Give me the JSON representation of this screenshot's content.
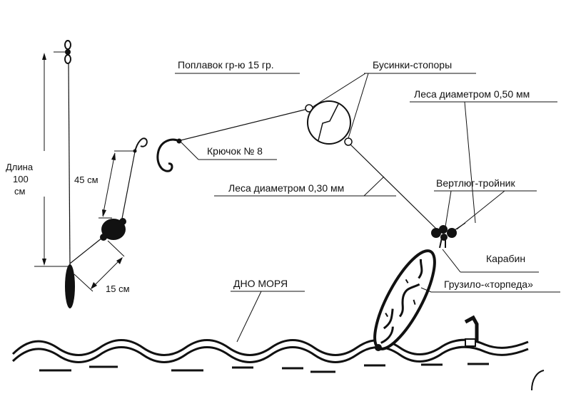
{
  "labels": {
    "float": "Поплавок гр-ю 15 гр.",
    "beads": "Бусинки-стопоры",
    "main_line": "Леса диаметром 0,50 мм",
    "hook": "Крючок № 8",
    "leader_line": "Леса диаметром 0,30 мм",
    "swivel": "Вертлюг-тройник",
    "snap": "Карабин",
    "sinker": "Грузило-«торпеда»",
    "seabed": "ДНО МОРЯ"
  },
  "dimensions": {
    "length_word": "Длина",
    "length_value": "100",
    "length_unit": "см",
    "leader_45": "45 см",
    "leader_15": "15 см"
  }
}
